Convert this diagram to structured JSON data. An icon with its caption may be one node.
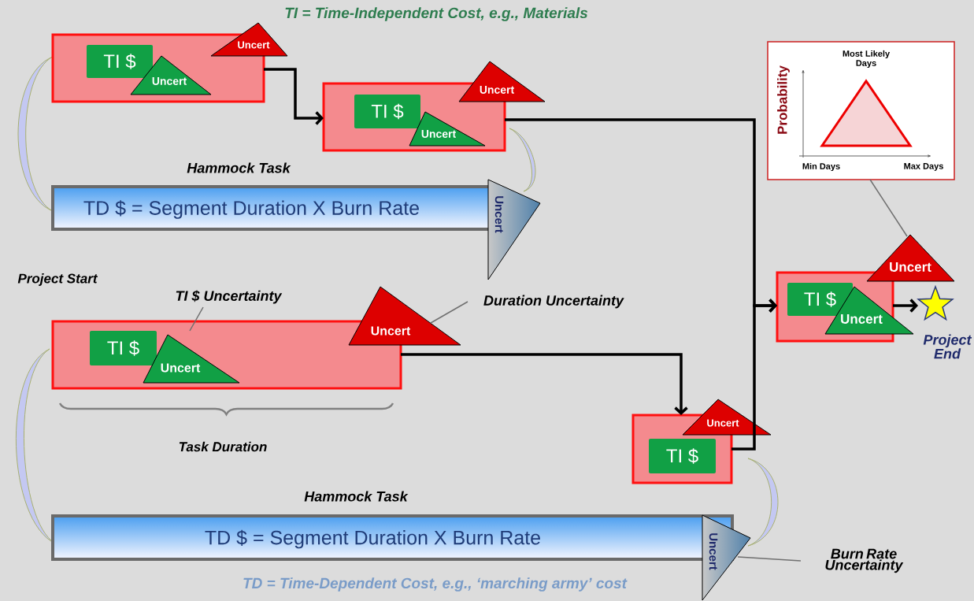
{
  "diagram": {
    "title": "TI = Time-Independent Cost, e.g., Materials",
    "caption": "TD = Time-Dependent Cost, e.g., ‘marching army’ cost",
    "nodes": [
      {
        "text": [],
        "shape": "box"
      },
      {
        "text": [
          "TI $"
        ],
        "in": 0
      },
      {
        "text": [
          "Uncert"
        ],
        "in": 0
      },
      {
        "text": [
          "Uncert"
        ]
      },
      {
        "text": [],
        "shape": "box"
      },
      {
        "text": [
          "TI $"
        ],
        "in": 4
      },
      {
        "text": [
          "Uncert"
        ],
        "in": 4
      },
      {
        "text": [
          "Uncert"
        ]
      },
      {
        "text": [
          "Hammock Task",
          "TD $ = Segment Duration X Burn Rate"
        ]
      },
      {
        "text": [
          "Uncert"
        ]
      },
      {
        "text": [],
        "shape": "box"
      },
      {
        "text": [
          "TI $"
        ],
        "in": 10
      },
      {
        "text": [
          "Uncert"
        ],
        "in": 10
      },
      {
        "text": [
          "Uncert"
        ]
      },
      {
        "text": [
          "TI $ Uncertainty"
        ]
      },
      {
        "text": [
          "Duration Uncertainty"
        ]
      },
      {
        "text": [],
        "shape": "box"
      },
      {
        "text": [
          "TI $"
        ],
        "in": 16
      },
      {
        "text": [
          "Uncert"
        ]
      },
      {
        "text": [
          "Hammock Task",
          "TD $ = Segment Duration X Burn Rate"
        ]
      },
      {
        "text": [
          "Uncert"
        ]
      },
      {
        "text": [
          "Burn Rate Uncertainty"
        ]
      },
      {
        "text": [],
        "shape": "box"
      },
      {
        "text": [
          "TI $"
        ],
        "in": 22
      },
      {
        "text": [
          "Uncert"
        ]
      },
      {
        "text": [
          "Uncert"
        ]
      },
      {
        "text": [],
        "shape": "star",
        "beside": [
          "Project End"
        ]
      },
      {
        "text": [
          "Most Likely Days",
          "Probability",
          "Min Days",
          "Max Days"
        ]
      }
    ],
    "edges": [
      {
        "from": 0,
        "to": 4,
        "arrow": "to"
      },
      {
        "from": 4,
        "to": 22,
        "arrow": "to"
      },
      {
        "from": 10,
        "to": 16,
        "arrow": "to"
      },
      {
        "from": 16,
        "to": 22,
        "arrow": "to"
      },
      {
        "from": 22,
        "to": 26,
        "arrow": "to"
      },
      {
        "from": 14,
        "to": 12,
        "arrow": "none",
        "color": "#707070"
      },
      {
        "from": 15,
        "to": 13,
        "arrow": "none",
        "color": "#707070"
      },
      {
        "from": 21,
        "to": 20,
        "arrow": "none",
        "color": "#707070"
      },
      {
        "from": 27,
        "to": 25,
        "arrow": "none",
        "color": "#707070"
      }
    ],
    "labels": [
      "Project Start",
      "Task Duration"
    ]
  }
}
